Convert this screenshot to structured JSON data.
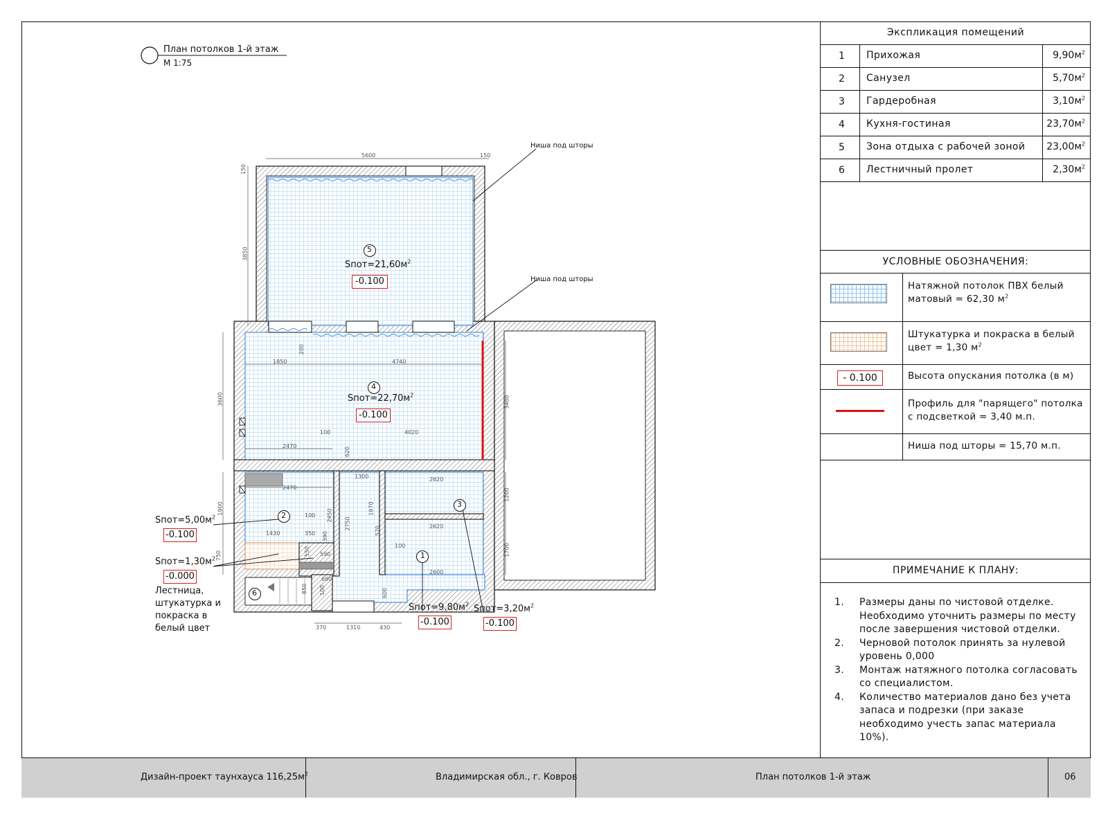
{
  "drawing": {
    "title": "План потолков 1-й этаж",
    "scale": "М 1:75",
    "callouts": [
      "Ниша под шторы",
      "Ниша под шторы"
    ],
    "rooms": [
      {
        "num": "5",
        "area": "Sпот=21,60м",
        "level": "-0.100"
      },
      {
        "num": "4",
        "area": "Sпот=22,70м",
        "level": "-0.100"
      },
      {
        "num": "2",
        "area": "Sпот=5,00м",
        "level": "-0.100"
      },
      {
        "num": "",
        "area": "Sпот=1,30м",
        "level": "-0.000"
      },
      {
        "num": "1",
        "area": "Sпот=9,80м",
        "level": "-0.100"
      },
      {
        "num": "3",
        "area": "Sпот=3,20м",
        "level": "-0.100"
      },
      {
        "num": "6",
        "area": "",
        "level": ""
      }
    ],
    "stair_note": [
      "Лестница,",
      "штукатурка и",
      "покраска в",
      "белый цвет"
    ],
    "dims": {
      "top": "5600",
      "top_right": "150",
      "left_top": "150",
      "left_room5": "3850",
      "room4_a": "1850",
      "room4_b": "4740",
      "room4_c": "200",
      "left_room4": "3600",
      "right_room4": "3400",
      "r4_100": "100",
      "r4_4020": "4020",
      "r4_2470": "2470",
      "r4_620": "620",
      "r2_2470": "2470",
      "r_1300": "1300",
      "r_2620a": "2620",
      "r_1870": "1870",
      "left_1900": "1900",
      "r2_100": "100",
      "r2_2450": "2450",
      "r2_2750": "2750",
      "r_570": "570",
      "r_2620b": "2620",
      "r_1200": "1200",
      "r2_1430": "1430",
      "r2_350": "350",
      "r2_390": "390",
      "r_100b": "100",
      "left_750": "750",
      "r2_550": "550",
      "r2_590": "590",
      "r_1700": "1700",
      "r_690": "690",
      "r_2600": "2600",
      "r_850": "850",
      "r_100c": "100",
      "r_600": "600",
      "bot_370": "370",
      "bot_1310": "1310",
      "bot_430": "430"
    }
  },
  "explication": {
    "title": "Экспликация помещений",
    "rows": [
      {
        "num": "1",
        "name": "Прихожая",
        "area": "9,90м"
      },
      {
        "num": "2",
        "name": "Санузел",
        "area": "5,70м"
      },
      {
        "num": "3",
        "name": "Гардеробная",
        "area": "3,10м"
      },
      {
        "num": "4",
        "name": "Кухня-гостиная",
        "area": "23,70м"
      },
      {
        "num": "5",
        "name": "Зона отдыха с рабочей зоной",
        "area": "23,00м"
      },
      {
        "num": "6",
        "name": "Лестничный пролет",
        "area": "2,30м"
      }
    ],
    "sup": "2"
  },
  "legend": {
    "title": "УСЛОВНЫЕ ОБОЗНАЧЕНИЯ:",
    "items": [
      {
        "text": "Натяжной потолок ПВХ белый матовый = 62,30 м"
      },
      {
        "text": "Штукатурка и покраска в белый цвет = 1,30 м"
      },
      {
        "swatch": "- 0.100",
        "text": "Высота опускания потолка (в м)"
      },
      {
        "text": "Профиль для \"парящего\" потолка с подсветкой = 3,40 м.п."
      },
      {
        "text": "Ниша под шторы = 15,70 м.п."
      }
    ]
  },
  "notes": {
    "title": "ПРИМЕЧАНИЕ К ПЛАНУ:",
    "items": [
      {
        "n": "1.",
        "text": "Размеры даны по чистовой отделке. Необходимо уточнить размеры по месту после завершения чистовой отделки."
      },
      {
        "n": "2.",
        "text": "Черновой потолок принять за нулевой уровень 0,000"
      },
      {
        "n": "3.",
        "text": "Монтаж натяжного потолка согласовать со специалистом."
      },
      {
        "n": "4.",
        "text": "Количество материалов дано без учета запаса и подрезки (при заказе необходимо учесть запас материала 10%)."
      }
    ]
  },
  "footer": {
    "project": "Дизайн-проект таунхауса 116,25м",
    "location": "Владимирская обл., г. Ковров",
    "sheet_title": "План потолков 1-й этаж",
    "sheet_num": "06"
  },
  "colors": {
    "ceiling_grid": "#8fc3ee",
    "plaster_grid": "#f3c49b",
    "red": "#e01010",
    "wall_hatch": "#555555"
  }
}
